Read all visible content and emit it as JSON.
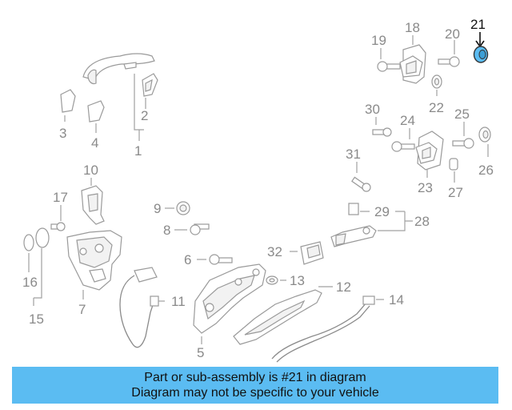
{
  "callouts": {
    "c1": "1",
    "c2": "2",
    "c3": "3",
    "c4": "4",
    "c5": "5",
    "c6": "6",
    "c7": "7",
    "c8": "8",
    "c9": "9",
    "c10": "10",
    "c11": "11",
    "c12": "12",
    "c13": "13",
    "c14": "14",
    "c15": "15",
    "c16": "16",
    "c17": "17",
    "c18": "18",
    "c19": "19",
    "c20": "20",
    "c21": "21",
    "c22": "22",
    "c23": "23",
    "c24": "24",
    "c25": "25",
    "c26": "26",
    "c27": "27",
    "c28": "28",
    "c29": "29",
    "c30": "30",
    "c31": "31",
    "c32": "32"
  },
  "highlight": {
    "part": "21",
    "color": "#5bbcf2"
  },
  "banner": {
    "line1": "Part or sub-assembly is #21 in diagram",
    "line2": "Diagram may not be specific to your vehicle",
    "color": "#5bbcf2"
  }
}
